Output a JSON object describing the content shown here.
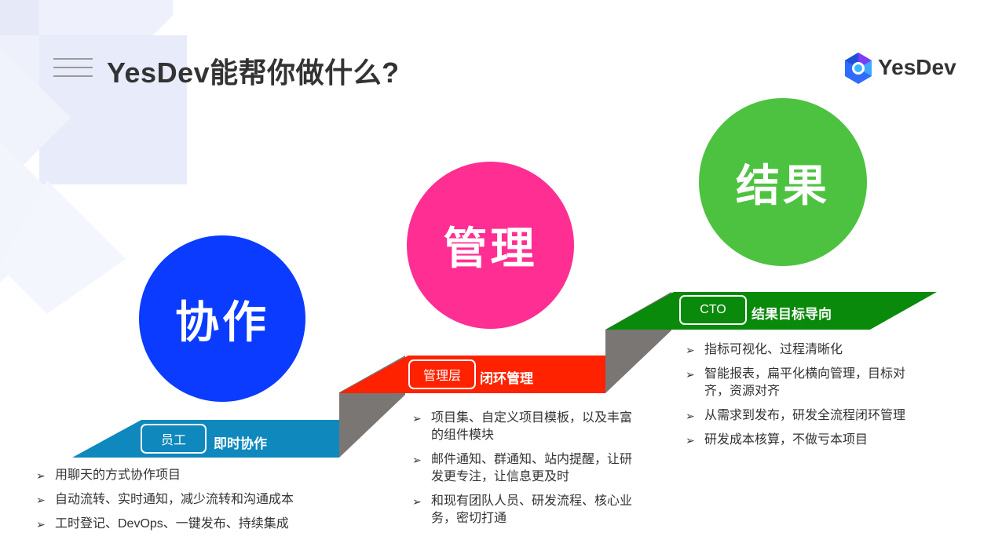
{
  "header": {
    "title": "YesDev能帮你做什么?",
    "logo_text": "YesDev"
  },
  "steps": [
    {
      "circle_label": "协作",
      "color": "#0a3bff",
      "role": "员工",
      "label": "即时协作",
      "step_color": "#0e88bd",
      "items": [
        "用聊天的方式协作项目",
        "自动流转、实时通知，减少流转和沟通成本",
        "工时登记、DevOps、一键发布、持续集成"
      ]
    },
    {
      "circle_label": "管理",
      "color": "#ff2e93",
      "role": "管理层",
      "label": "闭环管理",
      "step_color": "#ff2200",
      "items": [
        "项目集、自定义项目模板，以及丰富的组件模块",
        "邮件通知、群通知、站内提醒，让研发更专注，让信息更及时",
        "和现有团队人员、研发流程、核心业务，密切打通"
      ]
    },
    {
      "circle_label": "结果",
      "color": "#4dc240",
      "role": "CTO",
      "label": "结果目标导向",
      "step_color": "#0a8a0a",
      "items": [
        "指标可视化、过程清晰化",
        "智能报表，扁平化横向管理，目标对齐，资源对齐",
        "从需求到发布，研发全流程闭环管理",
        "研发成本核算，不做亏本项目"
      ]
    }
  ],
  "bullet_glyph": "➢",
  "riser_color": "#7a7674"
}
